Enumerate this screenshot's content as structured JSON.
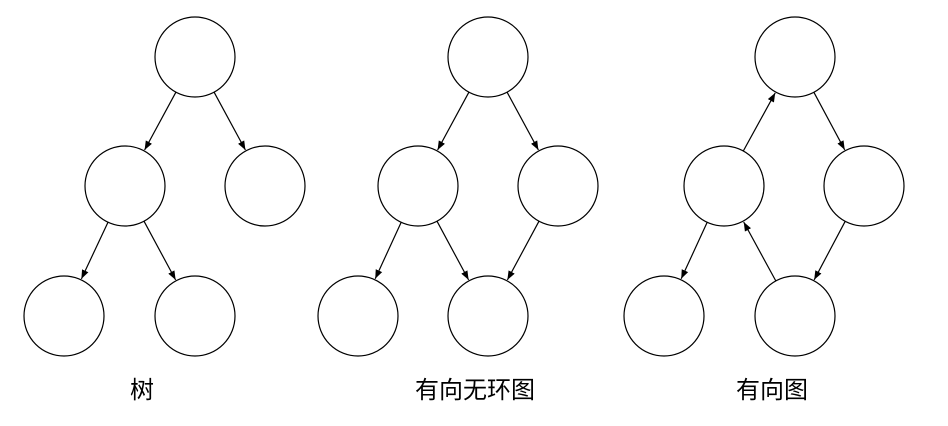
{
  "diagrams": [
    {
      "caption": "树",
      "nodes": [
        "root",
        "left",
        "right",
        "left-left",
        "left-right"
      ],
      "edges": [
        [
          "root",
          "left"
        ],
        [
          "root",
          "right"
        ],
        [
          "left",
          "left-left"
        ],
        [
          "left",
          "left-right"
        ]
      ]
    },
    {
      "caption": "有向无环图",
      "nodes": [
        "root",
        "left",
        "right",
        "bottom-left",
        "bottom-center"
      ],
      "edges": [
        [
          "root",
          "left"
        ],
        [
          "root",
          "right"
        ],
        [
          "left",
          "bottom-left"
        ],
        [
          "left",
          "bottom-center"
        ],
        [
          "right",
          "bottom-center"
        ]
      ]
    },
    {
      "caption": "有向图",
      "nodes": [
        "root",
        "left",
        "right",
        "bottom-left",
        "bottom-center"
      ],
      "edges": [
        [
          "left",
          "root"
        ],
        [
          "root",
          "right"
        ],
        [
          "left",
          "bottom-left"
        ],
        [
          "bottom-center",
          "left"
        ],
        [
          "right",
          "bottom-center"
        ]
      ]
    }
  ]
}
